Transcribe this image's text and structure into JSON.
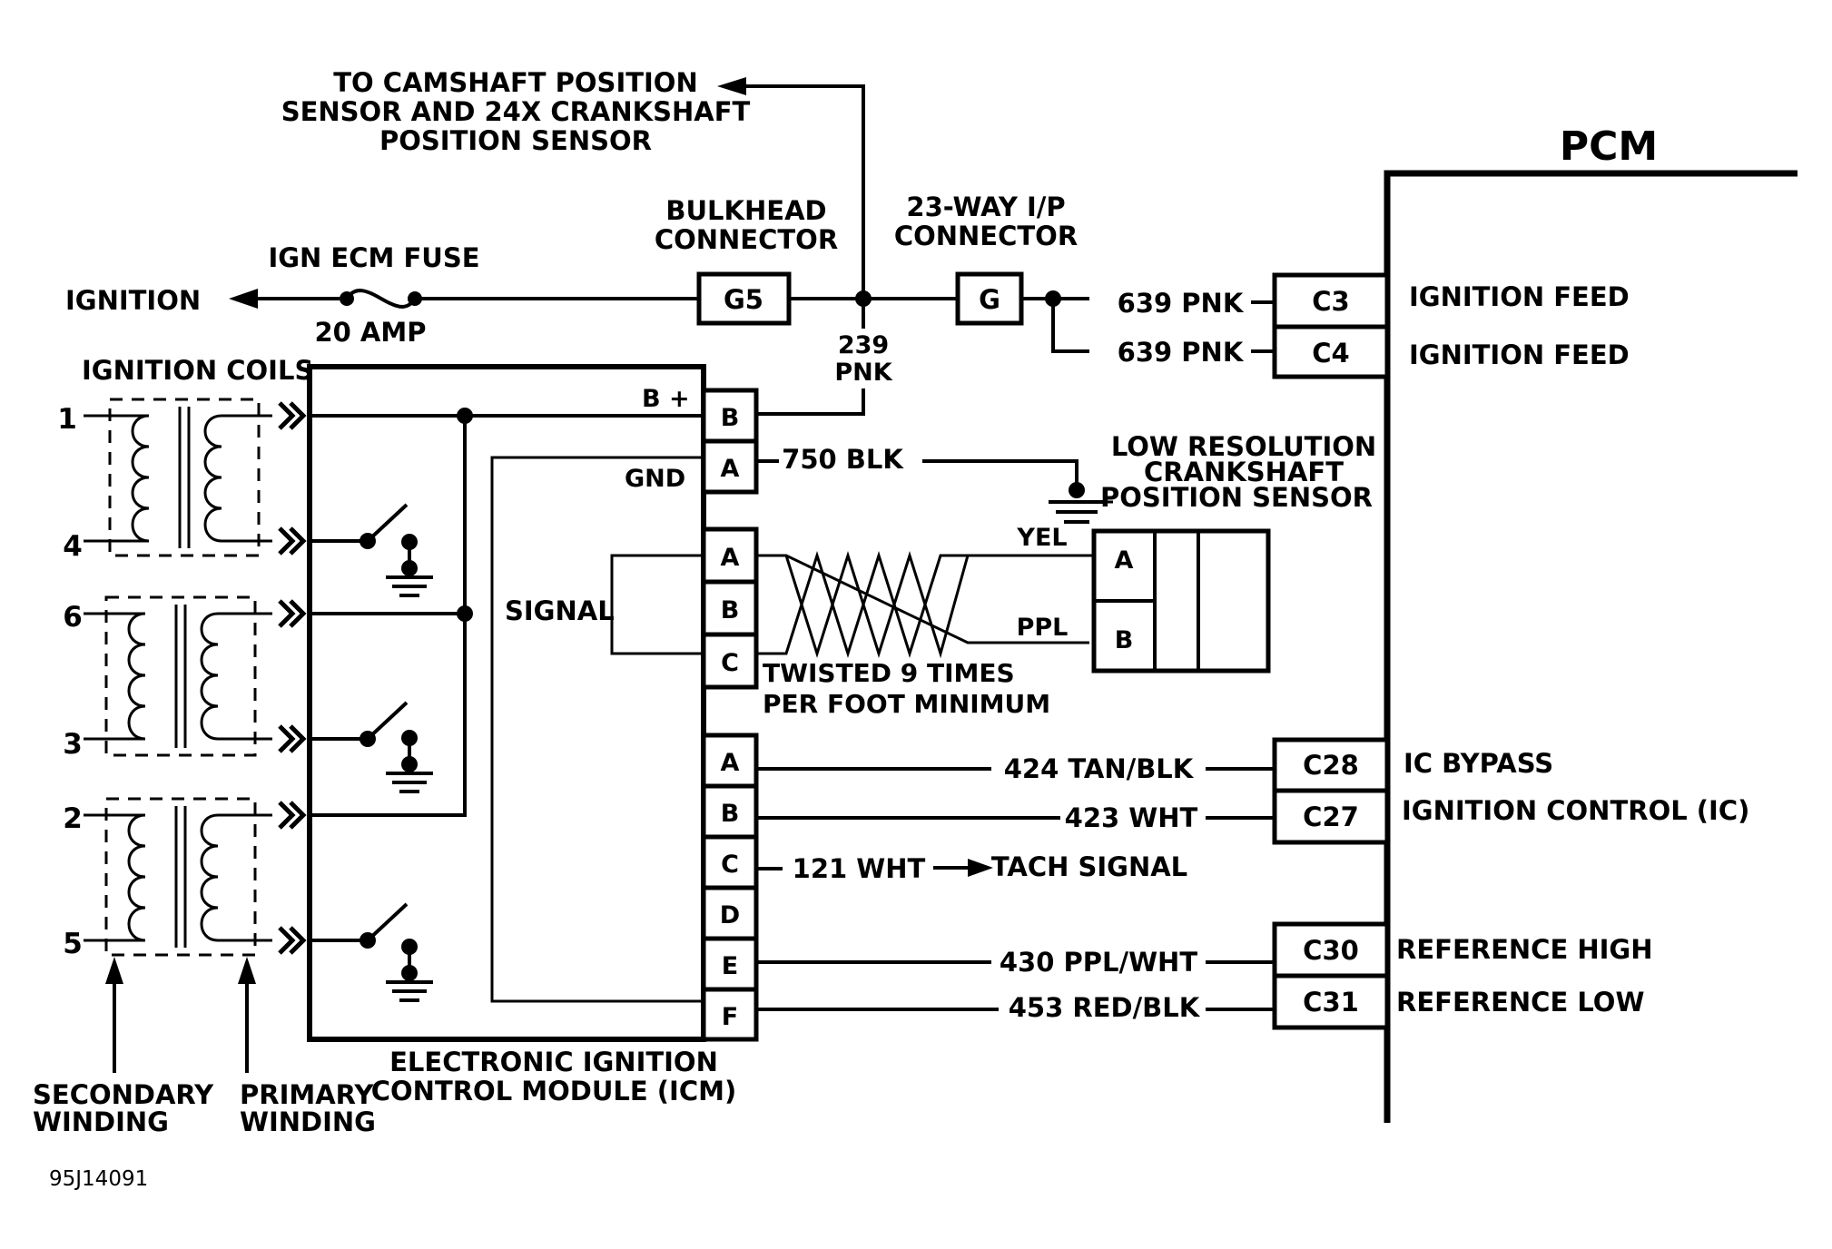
{
  "top_note": [
    "TO CAMSHAFT POSITION",
    "SENSOR AND 24X CRANKSHAFT",
    "POSITION SENSOR"
  ],
  "pcm_label": "PCM",
  "bulkhead_label": [
    "BULKHEAD",
    "CONNECTOR"
  ],
  "ip_label": [
    "23-WAY I/P",
    "CONNECTOR"
  ],
  "fuse_label": "IGN ECM FUSE",
  "fuse_rating": "20 AMP",
  "ignition_label": "IGNITION",
  "g5": "G5",
  "g": "G",
  "wire_239": [
    "239",
    "PNK"
  ],
  "pcm_top": [
    {
      "wire": "639 PNK",
      "pin": "C3",
      "func": "IGNITION FEED"
    },
    {
      "wire": "639 PNK",
      "pin": "C4",
      "func": "IGNITION FEED"
    }
  ],
  "coils_label": "IGNITION COILS",
  "coil_numbers": [
    "1",
    "4",
    "6",
    "3",
    "2",
    "5"
  ],
  "bplus": "B +",
  "gnd": "GND",
  "wire_750": "750 BLK",
  "signal_label": "SIGNAL",
  "sensor_label": [
    "LOW RESOLUTION",
    "CRANKSHAFT",
    "POSITION SENSOR"
  ],
  "yel": "YEL",
  "ppl": "PPL",
  "twist_label": [
    "TWISTED 9 TIMES",
    "PER FOOT MINIMUM"
  ],
  "connector_top": [
    "B",
    "A"
  ],
  "connector_signal": [
    "A",
    "B",
    "C"
  ],
  "sensor_pins": [
    "A",
    "B"
  ],
  "connector_bottom": [
    "A",
    "B",
    "C",
    "D",
    "E",
    "F"
  ],
  "pcm_bottom": [
    {
      "wire": "424 TAN/BLK",
      "pin": "C28",
      "func": "IC BYPASS"
    },
    {
      "wire": "423 WHT",
      "pin": "C27",
      "func": "IGNITION CONTROL (IC)"
    },
    {
      "wire": "430 PPL/WHT",
      "pin": "C30",
      "func": "REFERENCE HIGH"
    },
    {
      "wire": "453 RED/BLK",
      "pin": "C31",
      "func": "REFERENCE LOW"
    }
  ],
  "tach_wire": "121 WHT",
  "tach_label": "TACH SIGNAL",
  "icm_label": [
    "ELECTRONIC IGNITION",
    "CONTROL MODULE (ICM)"
  ],
  "secondary_label": [
    "SECONDARY",
    "WINDING"
  ],
  "primary_label": [
    "PRIMARY",
    "WINDING"
  ],
  "figure_id": "95J14091"
}
